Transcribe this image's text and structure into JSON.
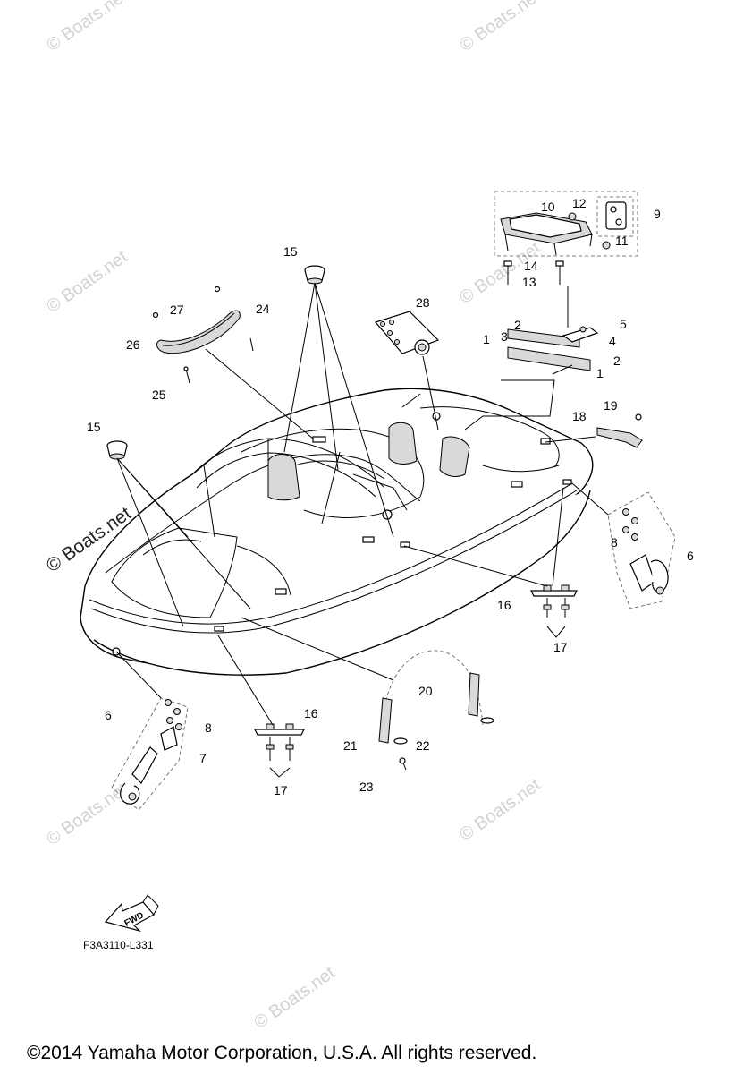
{
  "watermarks": [
    "© Boats.net",
    "© Boats.net",
    "© Boats.net",
    "© Boats.net",
    "© Boats.net",
    "© Boats.net",
    "© Boats.net",
    "© Boats.net",
    "© Boats.net"
  ],
  "callouts": [
    "1",
    "1",
    "2",
    "2",
    "3",
    "4",
    "5",
    "6",
    "6",
    "7",
    "8",
    "8",
    "9",
    "10",
    "11",
    "12",
    "13",
    "14",
    "15",
    "15",
    "16",
    "16",
    "17",
    "17",
    "18",
    "19",
    "20",
    "21",
    "22",
    "23",
    "24",
    "25",
    "26",
    "27",
    "28"
  ],
  "fwd_label": "FWD",
  "drawing_code": "F3A3110-L331",
  "copyright": "©2014 Yamaha Motor Corporation, U.S.A. All rights reserved."
}
